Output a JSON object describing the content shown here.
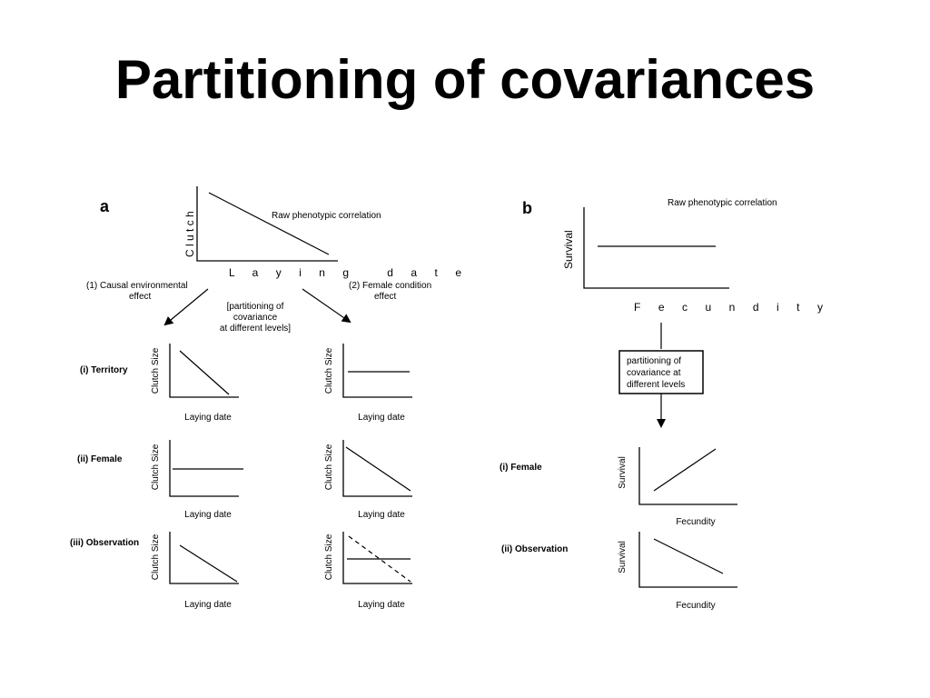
{
  "title": "Partitioning of covariances",
  "panel_a": {
    "letter": "a",
    "main_ylabel": "C l u t c h",
    "main_xlabel": "L a y i n g   d a t e",
    "main_annotation": "Raw phenotypic correlation",
    "branch_left_line1": "(1)  Causal environmental",
    "branch_left_line2": "effect",
    "branch_right_line1": "(2)  Female condition",
    "branch_right_line2": "effect",
    "note_line1": "[partitioning of",
    "note_line2": "covariance",
    "note_line3": "at different levels]",
    "row_labels": [
      "(i) Territory",
      "(ii) Female",
      "(iii) Observation"
    ],
    "small_ylabel": "Clutch Size",
    "small_xlabel": "Laying date"
  },
  "panel_b": {
    "letter": "b",
    "main_ylabel": "Survival",
    "main_xlabel": "F e c u n d i t y",
    "main_annotation": "Raw phenotypic correlation",
    "box_line1": "partitioning of",
    "box_line2": "covariance at",
    "box_line3": "different levels",
    "row_labels": [
      "(i) Female",
      "(ii) Observation"
    ],
    "small_ylabel": "Survival",
    "small_xlabel": "Fecundity"
  }
}
